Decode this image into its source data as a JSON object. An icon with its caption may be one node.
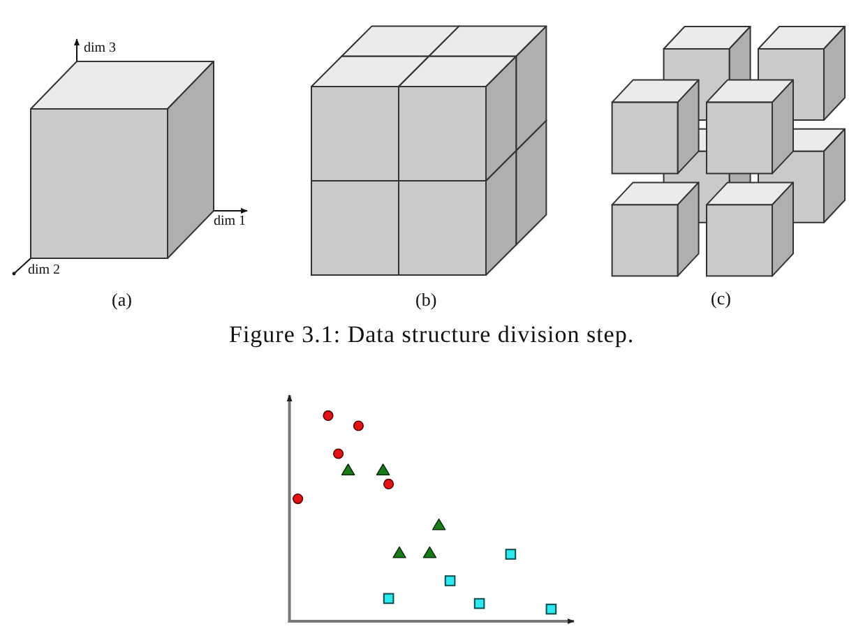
{
  "diagram": {
    "caption": "Figure 3.1: Data structure division step.",
    "labels": [
      "dim 3",
      "dim 1",
      "dim 2",
      "(a)",
      "(b)",
      "(c)"
    ]
  }
}
